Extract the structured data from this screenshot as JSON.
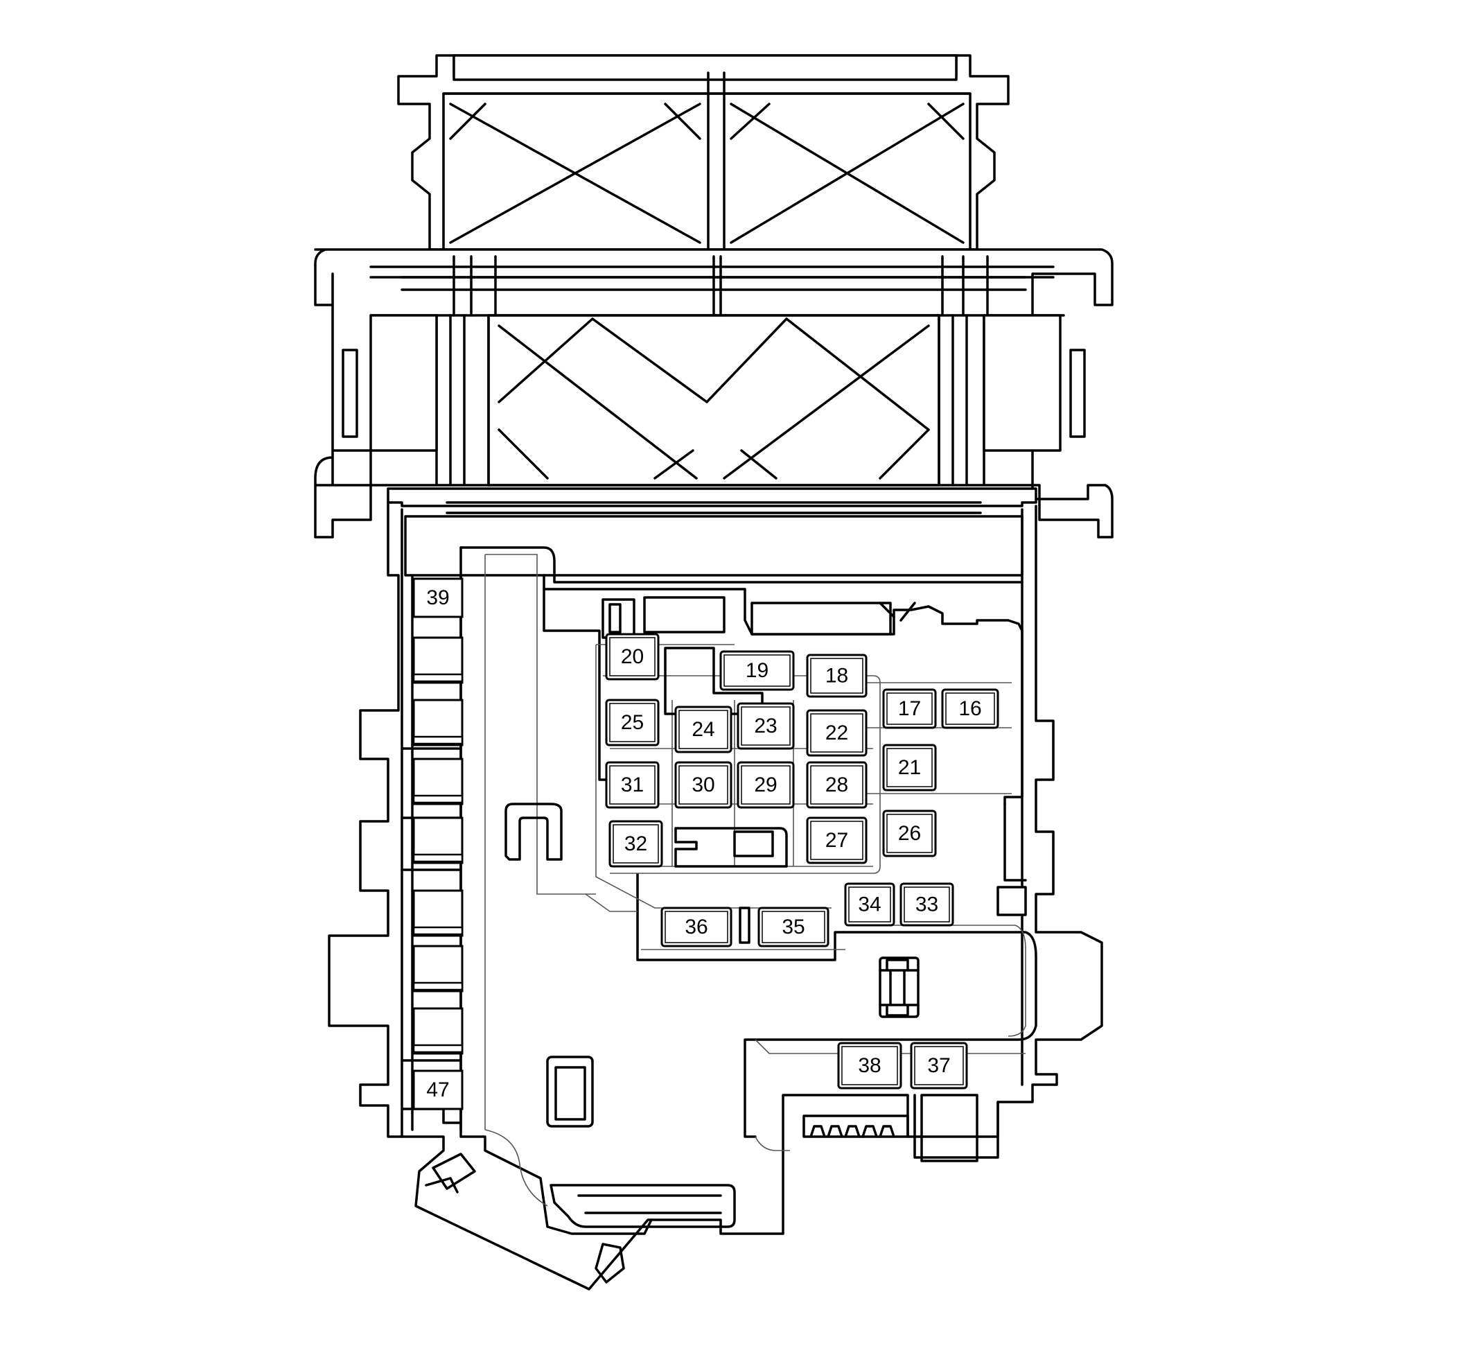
{
  "diagram": {
    "fuses": [
      {
        "label": "16"
      },
      {
        "label": "17"
      },
      {
        "label": "18"
      },
      {
        "label": "19"
      },
      {
        "label": "20"
      },
      {
        "label": "21"
      },
      {
        "label": "22"
      },
      {
        "label": "23"
      },
      {
        "label": "24"
      },
      {
        "label": "25"
      },
      {
        "label": "26"
      },
      {
        "label": "27"
      },
      {
        "label": "28"
      },
      {
        "label": "29"
      },
      {
        "label": "30"
      },
      {
        "label": "31"
      },
      {
        "label": "32"
      },
      {
        "label": "33"
      },
      {
        "label": "34"
      },
      {
        "label": "35"
      },
      {
        "label": "36"
      },
      {
        "label": "37"
      },
      {
        "label": "38"
      }
    ],
    "side_slots": [
      {
        "label": "39"
      },
      {
        "label": ""
      },
      {
        "label": ""
      },
      {
        "label": ""
      },
      {
        "label": ""
      },
      {
        "label": ""
      },
      {
        "label": ""
      },
      {
        "label": ""
      },
      {
        "label": "47"
      }
    ]
  }
}
